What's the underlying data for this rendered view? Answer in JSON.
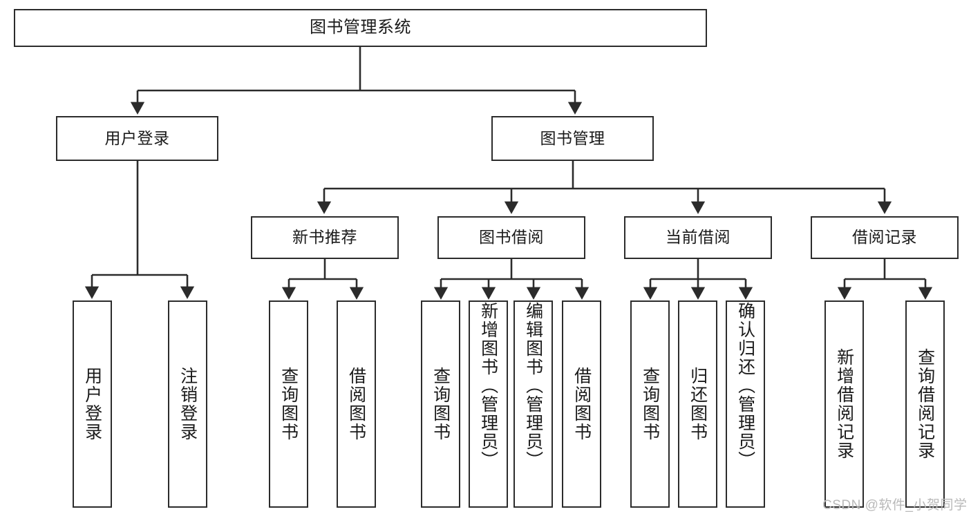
{
  "diagram": {
    "title": "图书管理系统",
    "type": "tree-hierarchy",
    "watermark": "CSDN @软件_小贺同学",
    "colors": {
      "stroke": "#2b2b2b",
      "fill": "#ffffff",
      "text": "#1a1a1a",
      "watermark": "#b9b9b9"
    },
    "nodes": {
      "root": {
        "label": "图书管理系统"
      },
      "level1": [
        {
          "label": "用户登录"
        },
        {
          "label": "图书管理"
        }
      ],
      "level2": [
        {
          "label": "新书推荐"
        },
        {
          "label": "图书借阅"
        },
        {
          "label": "当前借阅"
        },
        {
          "label": "借阅记录"
        }
      ],
      "leaves_user_login": [
        {
          "label": "用户登录"
        },
        {
          "label": "注销登录"
        }
      ],
      "leaves_new_book": [
        {
          "label": "查询图书"
        },
        {
          "label": "借阅图书"
        }
      ],
      "leaves_borrow": [
        {
          "label": "查询图书"
        },
        {
          "label": "新增图书（管理员）"
        },
        {
          "label": "编辑图书（管理员）"
        },
        {
          "label": "借阅图书"
        }
      ],
      "leaves_current": [
        {
          "label": "查询图书"
        },
        {
          "label": "归还图书"
        },
        {
          "label": "确认归还（管理员）"
        }
      ],
      "leaves_records": [
        {
          "label": "新增借阅记录"
        },
        {
          "label": "查询借阅记录"
        }
      ]
    }
  }
}
